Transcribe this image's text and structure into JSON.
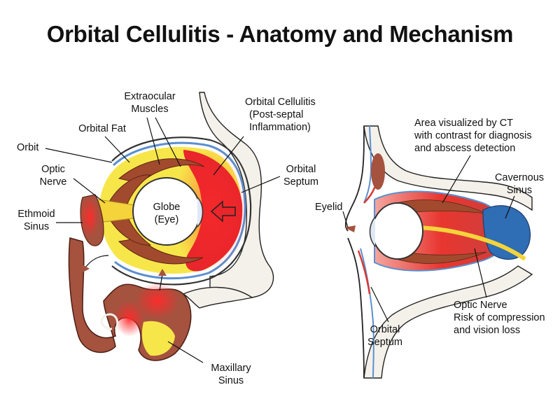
{
  "title": "Orbital Cellulitis - Anatomy and Mechanism",
  "left_panel": {
    "labels": {
      "extraocular_muscles_line1": "Extraocular",
      "extraocular_muscles_line2": "Muscles",
      "orbital_fat": "Orbital Fat",
      "orbit": "Orbit",
      "optic_nerve_line1": "Optic",
      "optic_nerve_line2": "Nerve",
      "ethmoid_sinus_line1": "Ethmoid",
      "ethmoid_sinus_line2": "Sinus",
      "globe_line1": "Globe",
      "globe_line2": "(Eye)",
      "orbital_cellulitis_line1": "Orbital Cellulitis",
      "orbital_cellulitis_line2": "(Post-septal",
      "orbital_cellulitis_line3": "Inflammation)",
      "orbital_septum_line1": "Orbital",
      "orbital_septum_line2": "Septum",
      "maxillary_sinus_line1": "Maxillary",
      "maxillary_sinus_line2": "Sinus"
    }
  },
  "right_panel": {
    "labels": {
      "ct_line1": "Area visualized by CT",
      "ct_line2": "with contrast for diagnosis",
      "ct_line3": "and abscess detection",
      "cavernous_sinus_line1": "Cavernous",
      "cavernous_sinus_line2": "Sinus",
      "eyelid": "Eyelid",
      "optic_nerve_line1": "Optic Nerve",
      "optic_nerve_line2": "Risk of compression",
      "optic_nerve_line3": "and vision loss",
      "orbital_septum_line1": "Orbital",
      "orbital_septum_line2": "Septum"
    }
  },
  "colors": {
    "inflammation": "#e8262b",
    "fat": "#f7e64a",
    "muscle": "#a14a2e",
    "sinus_mucosa": "#a5523f",
    "cavernous_sinus": "#2f6db4",
    "nerve": "#f4d43a",
    "septum_line": "#5b8fcf"
  }
}
